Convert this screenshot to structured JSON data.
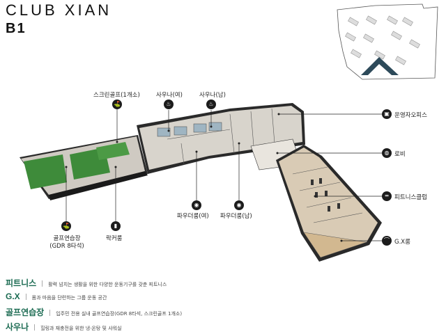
{
  "header": {
    "title": "CLUB XIAN",
    "floor": "B1"
  },
  "labels": {
    "screen_golf": "스크린골프(1개소)",
    "sauna_female": "사우나(여)",
    "sauna_male": "사우나(남)",
    "office": "운영자오피스",
    "lobby": "로비",
    "fitness_club": "피트니스클럽",
    "gx_room": "G.X룸",
    "powder_female": "파우더룸(여)",
    "powder_male": "파우더룸(남)",
    "locker_room": "락커룸",
    "golf_practice_1": "골프연습장",
    "golf_practice_2": "(GDR 8타석)"
  },
  "legend": [
    {
      "name": "피트니스",
      "desc": "활력 넘치는 생활을 위한 다양한 운동기구를 갖춘 피트니스"
    },
    {
      "name": "G.X",
      "desc": "몸과 마음을 단련하는 그룹 운동 공간"
    },
    {
      "name": "골프연습장",
      "desc": "입주민 전용 실내 골프연습장(GDR 8타석, 스크린골프 1개소)"
    },
    {
      "name": "사우나",
      "desc": "힐링과 재충전을 위한 냉·온탕 및 샤워실"
    }
  ],
  "colors": {
    "accent": "#1b6b52",
    "icon_bg": "#1c1c1c",
    "wall": "#2a2a2a",
    "green": "#2e7d32"
  }
}
